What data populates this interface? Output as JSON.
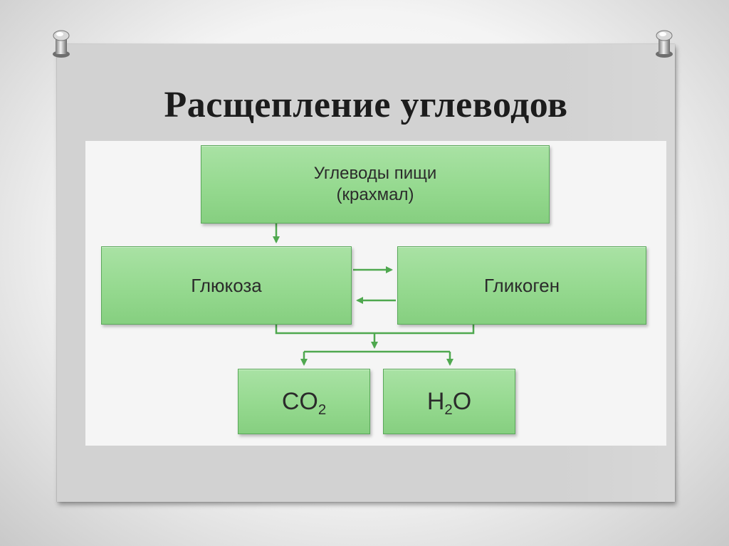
{
  "slide": {
    "title": "Расщепление углеводов"
  },
  "diagram": {
    "food": {
      "line1": "Углеводы пищи",
      "line2": "(крахмал)"
    },
    "glucose": "Глюкоза",
    "glycogen": "Гликоген",
    "co2": {
      "base": "CO",
      "sub": "2"
    },
    "h2o": {
      "base1": "H",
      "sub": "2",
      "base2": "O"
    }
  },
  "colors": {
    "box_fill": "#95d98f",
    "arrow": "#4fa84f",
    "board": "#d2d2d2"
  },
  "icons": [
    "pushpin-icon",
    "pushpin-icon"
  ]
}
